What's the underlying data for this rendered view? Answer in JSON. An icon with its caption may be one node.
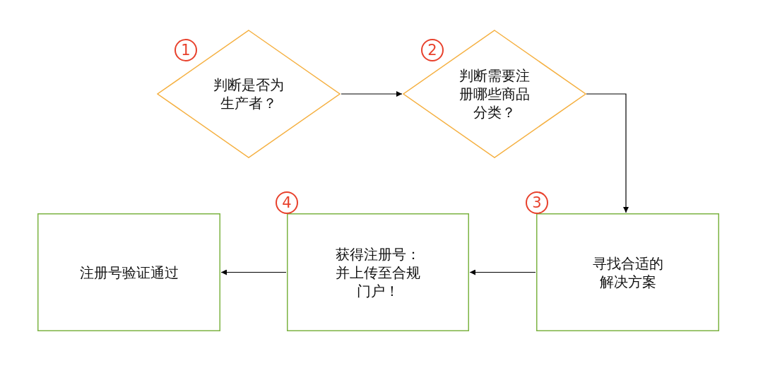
{
  "diagram": {
    "nodes": [
      {
        "text": [
          "判断是否为生产者？"
        ],
        "beside": [
          "1"
        ]
      },
      {
        "text": [
          "判断需要注册哪些商品分类？"
        ],
        "beside": [
          "2"
        ]
      },
      {
        "text": [
          "寻找合适的解决方案"
        ],
        "beside": [
          "3"
        ]
      },
      {
        "text": [
          "获得注册号：并上传至合规门户！"
        ],
        "beside": [
          "4"
        ]
      },
      {
        "text": [
          "注册号验证通过"
        ]
      }
    ],
    "edges": [
      {
        "from": 0,
        "to": 1,
        "arrow": "to"
      },
      {
        "from": 1,
        "to": 2,
        "arrow": "to"
      },
      {
        "from": 2,
        "to": 3,
        "arrow": "to"
      },
      {
        "from": 3,
        "to": 4,
        "arrow": "to"
      }
    ]
  }
}
